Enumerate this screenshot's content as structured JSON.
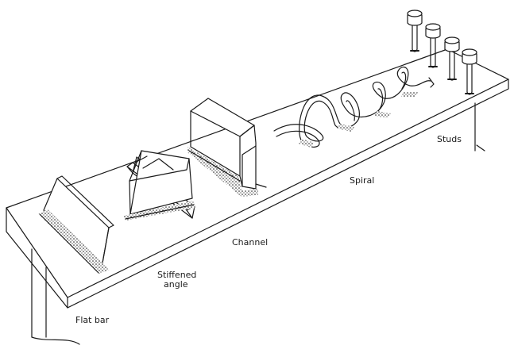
{
  "labels": {
    "flat_bar": "Flat bar",
    "stiffened_angle": [
      "Stiffened",
      "angle"
    ],
    "channel": "Channel",
    "spiral": "Spiral",
    "studs": "Studs"
  },
  "colors": {
    "ink": "#1a1a1a",
    "background": "#ffffff"
  }
}
